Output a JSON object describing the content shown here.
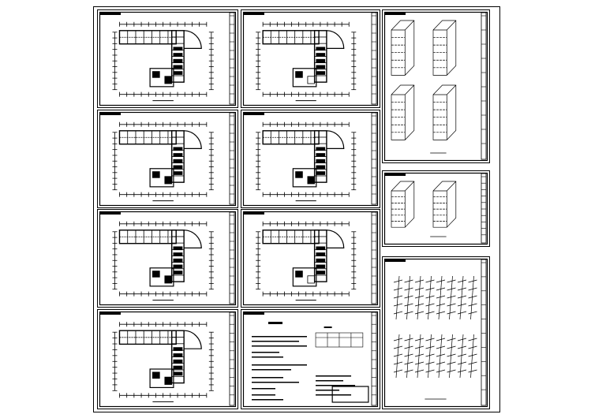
{
  "colors": {
    "background": "#ffffff",
    "ink": "#000000"
  },
  "layout_sheet": {
    "floor_plan_sheets": 7,
    "notes_sheets": 1,
    "isometric_sheets": 3
  }
}
